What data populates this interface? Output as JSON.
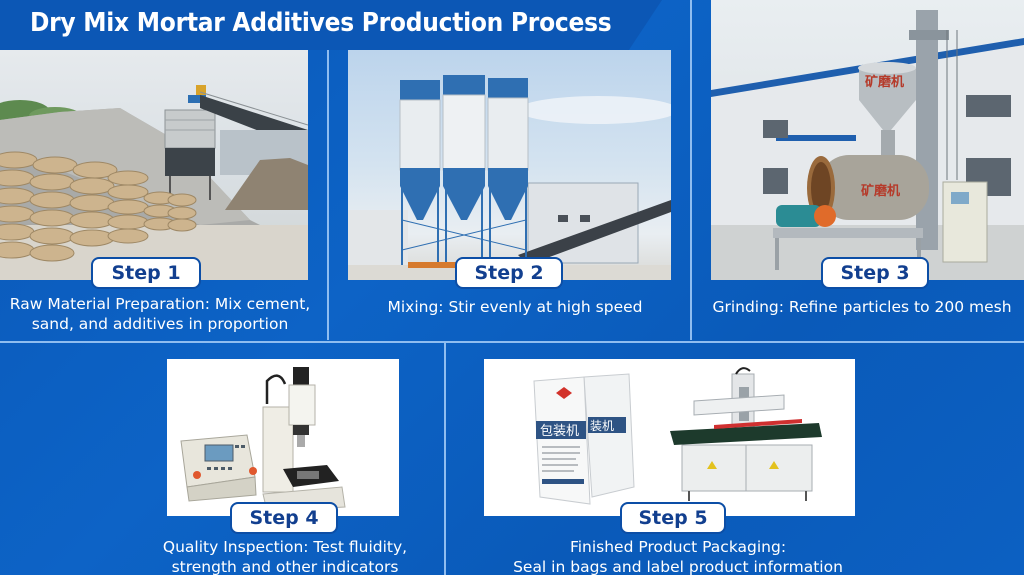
{
  "title": "Dry Mix Mortar Additives Production Process",
  "colors": {
    "background_blue": "#0b5cbc",
    "banner_blue": "#0c57b5",
    "badge_text": "#123f8f",
    "divider": "#8fbdf0"
  },
  "steps": [
    {
      "label": "Step 1",
      "caption_line1": "Raw Material Preparation: Mix cement,",
      "caption_line2": "sand, and additives in proportion",
      "image": "cement-bags-and-sand-pile-with-silo-and-conveyor"
    },
    {
      "label": "Step 2",
      "caption_line1": "Mixing: Stir evenly at high speed",
      "caption_line2": "",
      "image": "three-blue-white-mixing-silos-with-conveyor"
    },
    {
      "label": "Step 3",
      "caption_line1": "Grinding: Refine particles to 200 mesh",
      "caption_line2": "",
      "image": "grinding-mill-with-hopper-elevator-and-control-cabinet"
    },
    {
      "label": "Step 4",
      "caption_line1": "Quality Inspection: Test fluidity,",
      "caption_line2": "strength and other indicators",
      "image": "lab-testing-instrument-with-control-panel"
    },
    {
      "label": "Step 5",
      "caption_line1": "Finished Product Packaging:",
      "caption_line2": "Seal in bags and label product information",
      "image": "product-bags-and-packaging-machine-with-conveyor"
    }
  ],
  "image_texts": {
    "grinder_hopper": "矿磨机",
    "grinder_drum": "矿磨机",
    "bag_front": "包装机",
    "bag_back": "装机"
  }
}
